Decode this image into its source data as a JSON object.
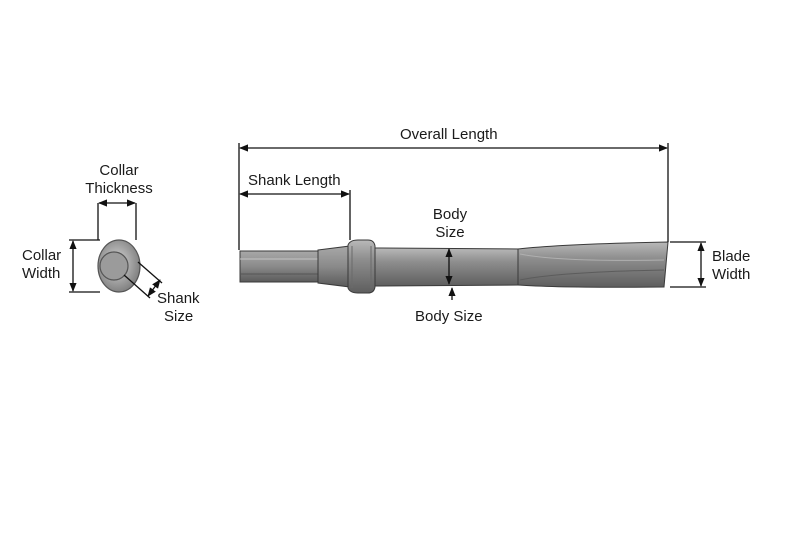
{
  "labels": {
    "overall_length": "Overall Length",
    "shank_length": "Shank Length",
    "collar_thickness_1": "Collar",
    "collar_thickness_2": "Thickness",
    "collar_width_1": "Collar",
    "collar_width_2": "Width",
    "shank_size_1": "Shank",
    "shank_size_2": "Size",
    "body_size_top_1": "Body",
    "body_size_top_2": "Size",
    "body_size_bottom": "Body Size",
    "blade_width_1": "Blade",
    "blade_width_2": "Width"
  },
  "colors": {
    "tool_fill": "#8a8a8a",
    "tool_stroke": "#3a3a3a",
    "dim_line": "#111111"
  }
}
